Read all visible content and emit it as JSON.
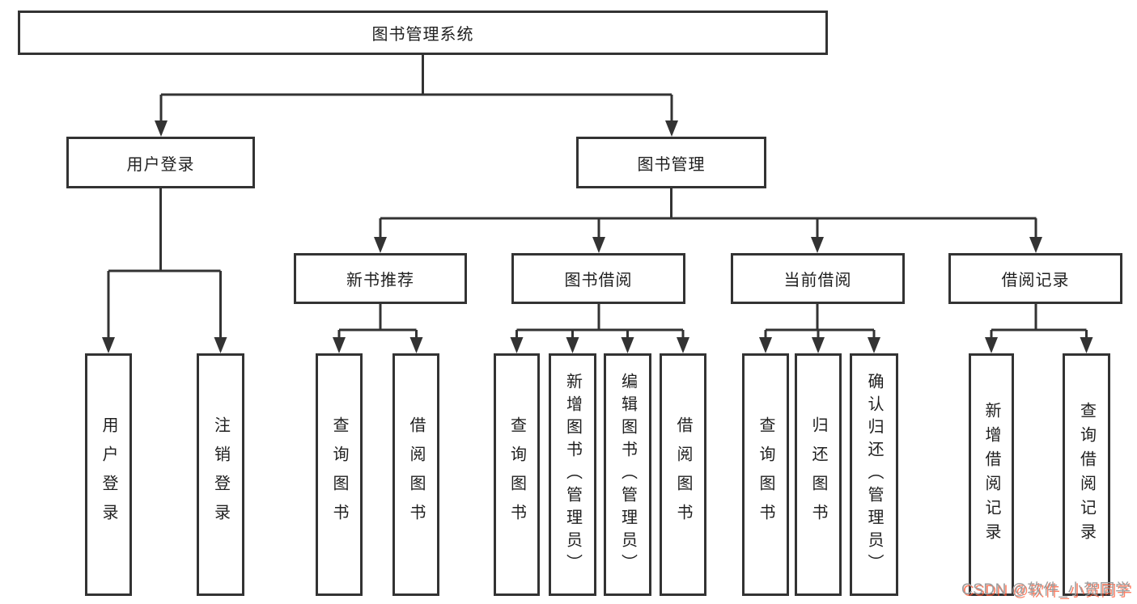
{
  "tree": {
    "root": {
      "label": "图书管理系统"
    },
    "branches": [
      {
        "label": "用户登录",
        "children": [
          "用户登录",
          "注销登录"
        ]
      },
      {
        "label": "图书管理",
        "groups": [
          {
            "label": "新书推荐",
            "children": [
              "查询图书",
              "借阅图书"
            ]
          },
          {
            "label": "图书借阅",
            "children": [
              "查询图书",
              "新增图书（管理员）",
              "编辑图书（管理员）",
              "借阅图书"
            ]
          },
          {
            "label": "当前借阅",
            "children": [
              "查询图书",
              "归还图书",
              "确认归还（管理员）"
            ]
          },
          {
            "label": "借阅记录",
            "children": [
              "新增借阅记录",
              "查询借阅记录"
            ]
          }
        ]
      }
    ]
  },
  "watermark": {
    "text": "CSDN @软件_小贺同学",
    "gray": "#9c9c9c",
    "red": "#fc5531"
  },
  "colors": {
    "line": "#333333",
    "box_border": "#333333",
    "text": "#1f1f1f",
    "background": "#ffffff"
  }
}
